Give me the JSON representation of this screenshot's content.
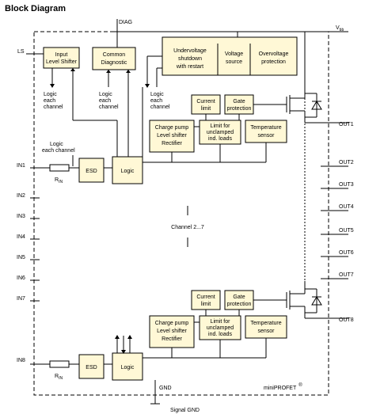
{
  "title": "Block Diagram",
  "pins": {
    "diag": "DIAG",
    "vbb": "V",
    "vbb_sub": "bb",
    "ls": "LS",
    "gnd": "GND",
    "signal_gnd": "Signal GND",
    "inputs": [
      "IN1",
      "IN2",
      "IN3",
      "IN4",
      "IN5",
      "IN6",
      "IN7",
      "IN8"
    ],
    "outputs": [
      "OUT1",
      "OUT2",
      "OUT3",
      "OUT4",
      "OUT5",
      "OUT6",
      "OUT7",
      "OUT8"
    ]
  },
  "blocks": {
    "input_level_shifter": [
      "Input",
      "Level Shifter"
    ],
    "common_diagnostic": [
      "Common",
      "Diagnostic"
    ],
    "undervoltage": [
      "Undervoltage",
      "shutdown",
      "with restart"
    ],
    "voltage_source": [
      "Voltage",
      "source"
    ],
    "overvoltage": [
      "Overvoltage",
      "protection"
    ],
    "current_limit": [
      "Current",
      "limit"
    ],
    "gate_protection": [
      "Gate",
      "protection"
    ],
    "charge_pump": [
      "Charge pump",
      "Level shifter",
      "Rectifier"
    ],
    "limit_unclamped": [
      "Limit for",
      "unclamped",
      "ind. loads"
    ],
    "temperature_sensor": [
      "Temperature",
      "sensor"
    ],
    "esd": "ESD",
    "logic": "Logic"
  },
  "labels": {
    "logic_each_channel": [
      "Logic",
      "each",
      "channel"
    ],
    "logic_each_channel_inline": [
      "Logic",
      "each channel"
    ],
    "rin": "R",
    "rin_sub": "IN",
    "channel_range": "Channel 2...7",
    "brand_prefix": "mini",
    "brand_main": "PROFET",
    "brand_mark": "®"
  }
}
